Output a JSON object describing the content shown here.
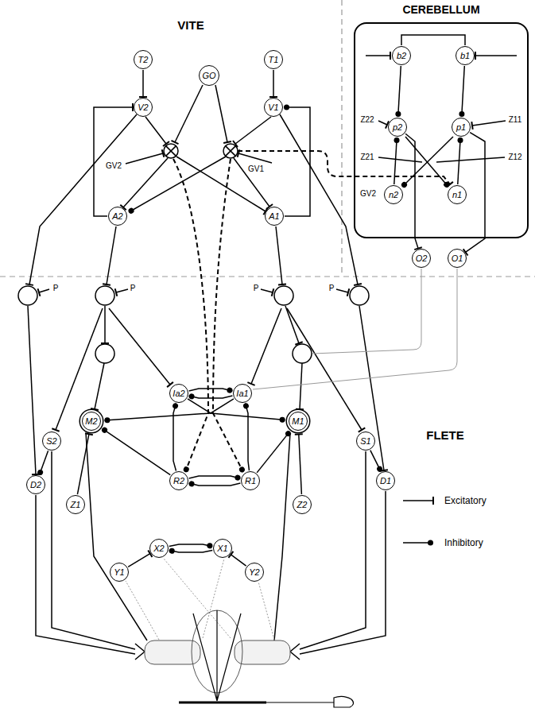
{
  "diagram": {
    "nodes": [
      {
        "text": [
          "T2"
        ]
      },
      {
        "text": [
          "GO"
        ]
      },
      {
        "text": [
          "T1"
        ]
      },
      {
        "text": [
          "V2"
        ]
      },
      {
        "text": [
          "V1"
        ]
      },
      {
        "text": [
          "A2"
        ]
      },
      {
        "text": [
          "A1"
        ]
      },
      {
        "text": [
          "CEREBELLUM"
        ]
      },
      {
        "text": [
          "b2"
        ],
        "in": 7
      },
      {
        "text": [
          "b1"
        ],
        "in": 7
      },
      {
        "text": [
          "p2"
        ],
        "in": 7
      },
      {
        "text": [
          "p1"
        ],
        "in": 7
      },
      {
        "text": [
          "n2"
        ],
        "in": 7
      },
      {
        "text": [
          "n1"
        ],
        "in": 7
      },
      {
        "text": [
          "O2"
        ]
      },
      {
        "text": [
          "O1"
        ]
      },
      {
        "text": [
          "Ia2"
        ]
      },
      {
        "text": [
          "Ia1"
        ]
      },
      {
        "text": [
          "M2"
        ]
      },
      {
        "text": [
          "M1"
        ]
      },
      {
        "text": [
          "S2"
        ]
      },
      {
        "text": [
          "S1"
        ]
      },
      {
        "text": [
          "D2"
        ]
      },
      {
        "text": [
          "D1"
        ]
      },
      {
        "text": [
          "R2"
        ]
      },
      {
        "text": [
          "R1"
        ]
      },
      {
        "text": [
          "Z1"
        ]
      },
      {
        "text": [
          "Z2"
        ]
      },
      {
        "text": [
          "X2"
        ]
      },
      {
        "text": [
          "X1"
        ]
      },
      {
        "text": [
          "Y1"
        ]
      },
      {
        "text": [
          "Y2"
        ]
      }
    ],
    "edges": [
      {
        "from": 0,
        "to": 3,
        "arrow": "to"
      },
      {
        "from": 2,
        "to": 4,
        "arrow": "to"
      },
      {
        "from": 5,
        "to": 3,
        "arrow": "to"
      },
      {
        "from": 6,
        "to": 4,
        "arrow": "to"
      },
      {
        "from": 8,
        "to": 10,
        "arrow": "to"
      },
      {
        "from": 9,
        "to": 11,
        "arrow": "to"
      },
      {
        "from": 12,
        "to": 10,
        "arrow": "to"
      },
      {
        "from": 13,
        "to": 11,
        "arrow": "to"
      },
      {
        "from": 10,
        "to": 14,
        "arrow": "to"
      },
      {
        "from": 11,
        "to": 15,
        "arrow": "to"
      },
      {
        "from": 16,
        "to": 17,
        "arrow": "to"
      },
      {
        "from": 17,
        "to": 16,
        "arrow": "to"
      },
      {
        "from": 24,
        "to": 25,
        "arrow": "to"
      },
      {
        "from": 25,
        "to": 24,
        "arrow": "to"
      },
      {
        "from": 24,
        "to": 16,
        "arrow": "to"
      },
      {
        "from": 25,
        "to": 17,
        "arrow": "to"
      },
      {
        "from": 24,
        "to": 18,
        "arrow": "to"
      },
      {
        "from": 25,
        "to": 19,
        "arrow": "to"
      },
      {
        "from": 16,
        "to": 19,
        "arrow": "to"
      },
      {
        "from": 17,
        "to": 18,
        "arrow": "to"
      },
      {
        "from": 28,
        "to": 29,
        "arrow": "to"
      },
      {
        "from": 29,
        "to": 28,
        "arrow": "to"
      },
      {
        "from": 30,
        "to": 28,
        "arrow": "to"
      },
      {
        "from": 31,
        "to": 29,
        "arrow": "to"
      },
      {
        "from": 26,
        "to": 18,
        "arrow": "to"
      },
      {
        "from": 27,
        "to": 19,
        "arrow": "to"
      },
      {
        "from": 20,
        "to": 22,
        "arrow": "to"
      },
      {
        "from": 21,
        "to": 23,
        "arrow": "to"
      }
    ],
    "labels": [
      "VITE",
      "Z22",
      "Z11",
      "GV2",
      "GV1",
      "Z21",
      "Z12",
      "GV2",
      "P",
      "P",
      "P",
      "P",
      "FLETE"
    ],
    "legend": [
      {
        "text": "Excitatory"
      },
      {
        "text": "Inhibitory"
      }
    ]
  }
}
